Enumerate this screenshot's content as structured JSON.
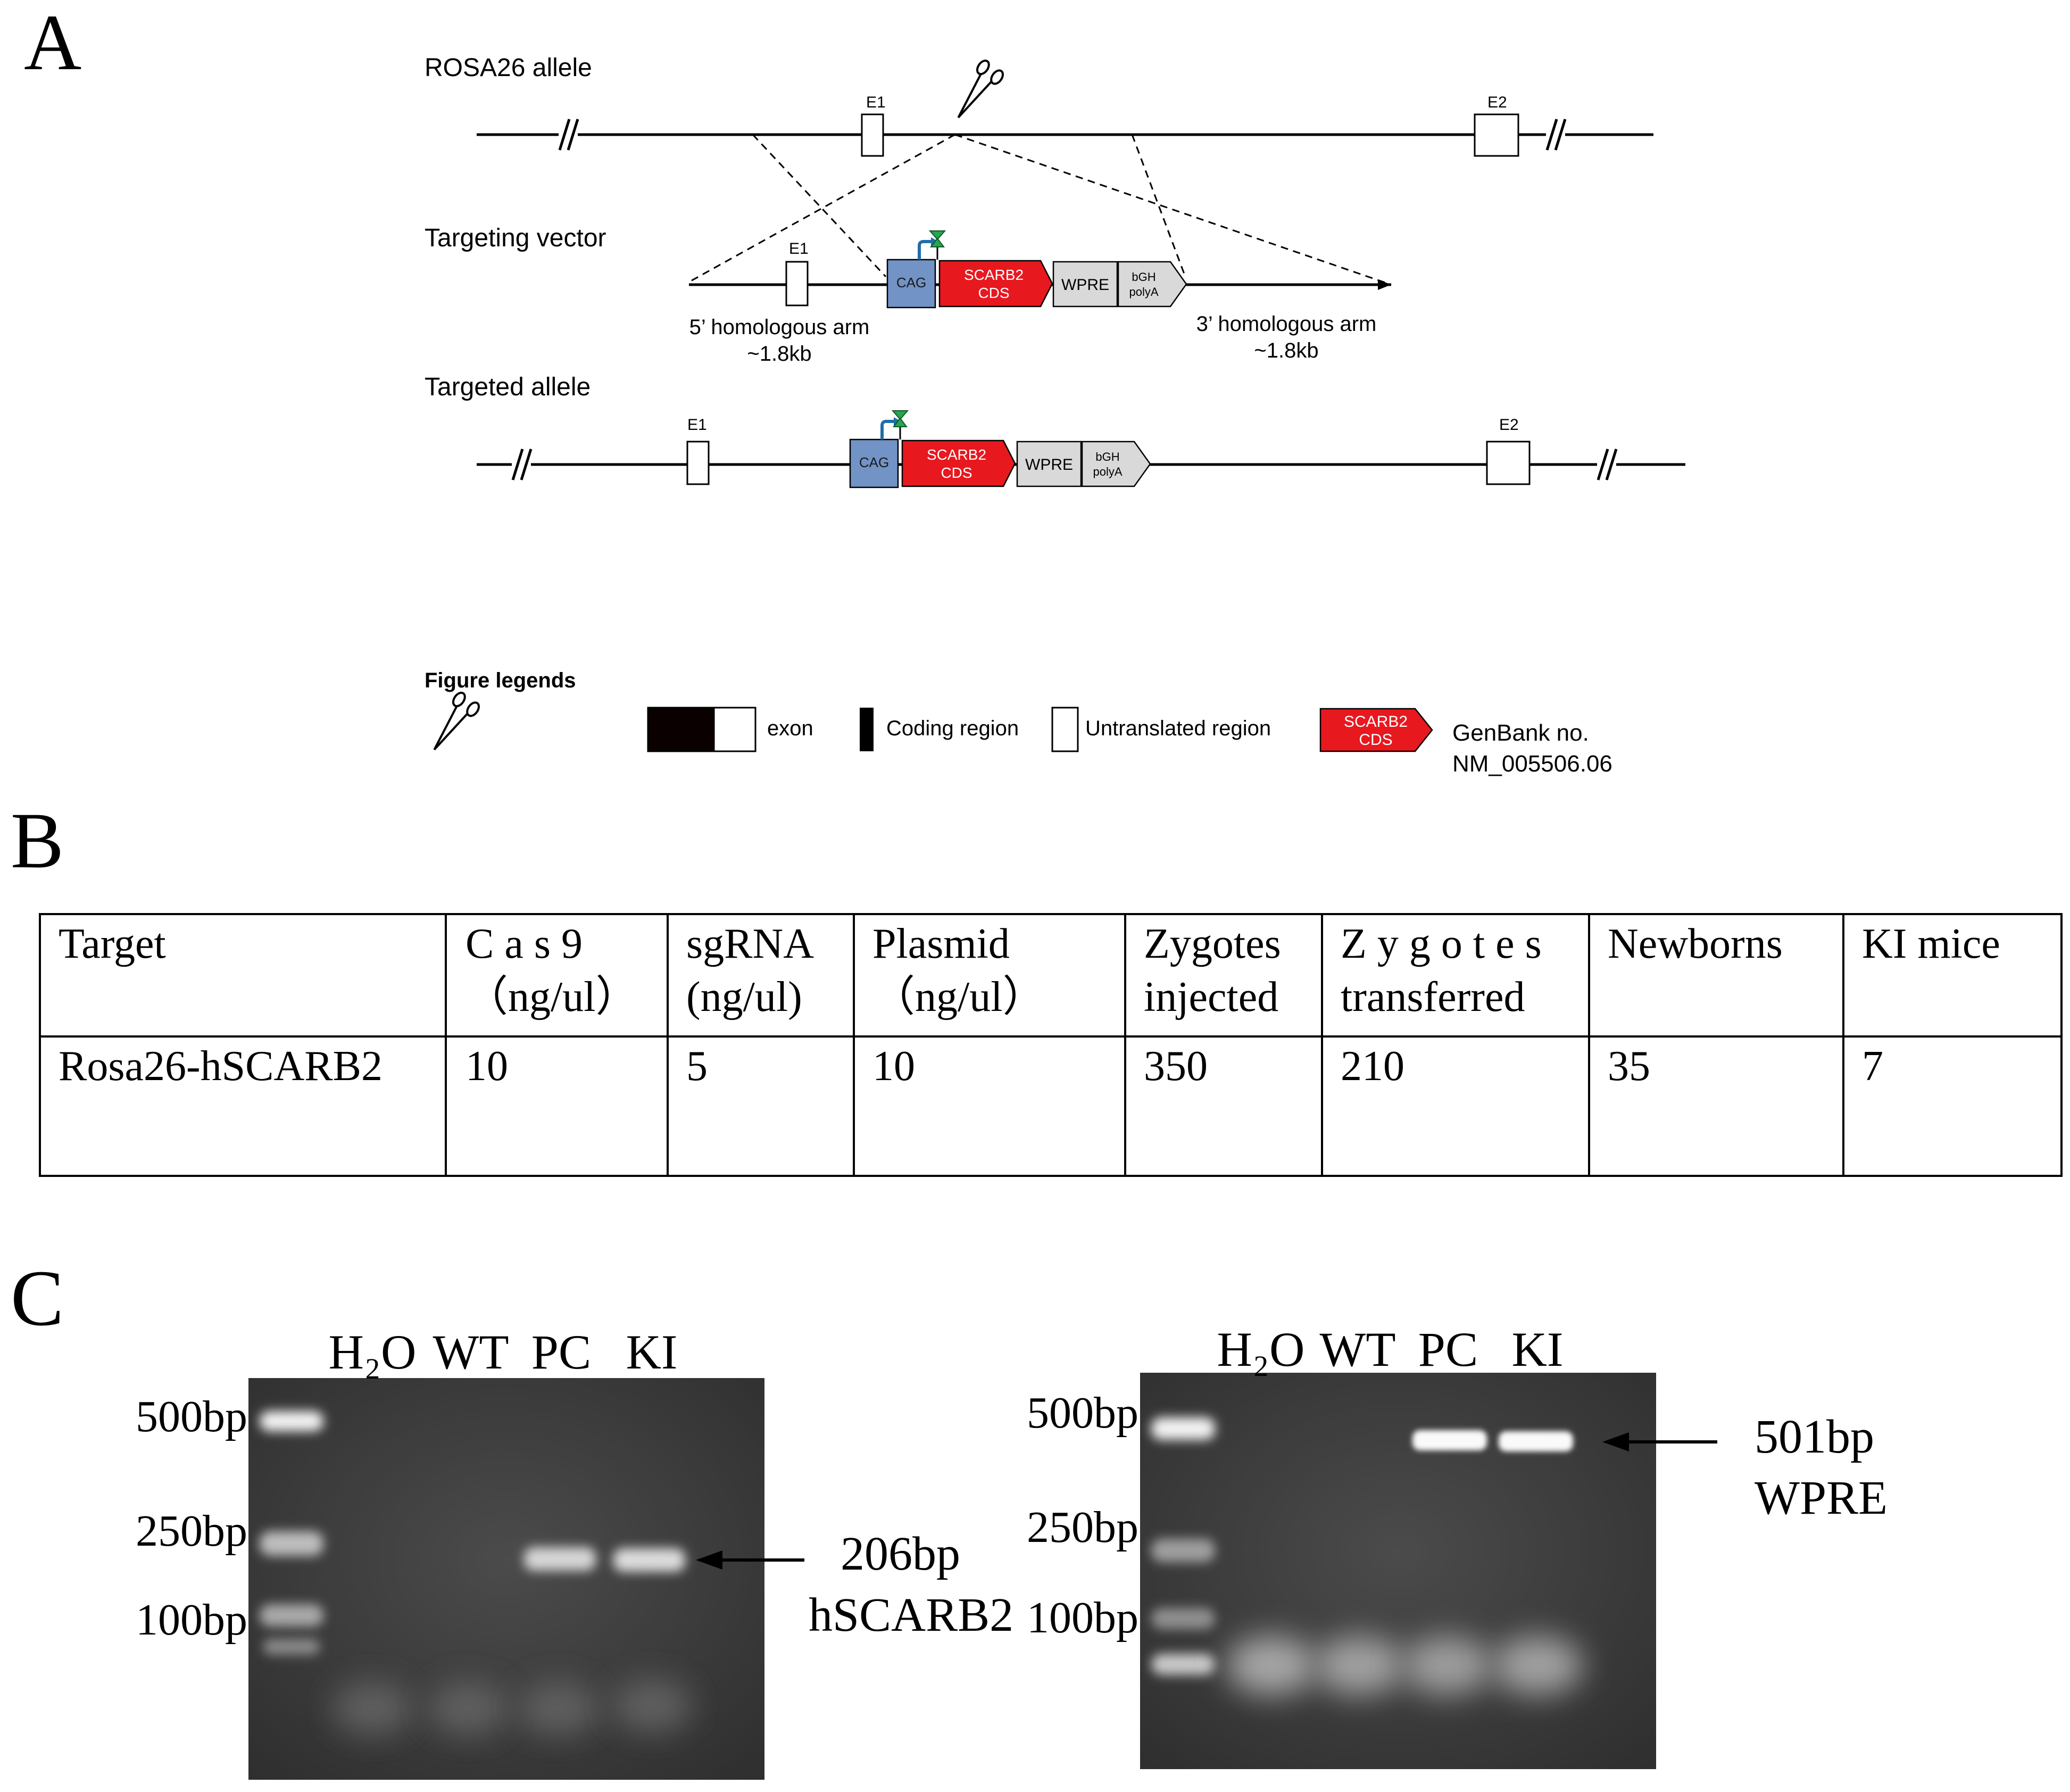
{
  "panel_a": {
    "letter": "A",
    "rosa26": {
      "label": "ROSA26 allele",
      "e1": "E1",
      "e2": "E2"
    },
    "vector": {
      "label": "Targeting vector",
      "e1": "E1",
      "cag": "CAG",
      "cds_line1": "SCARB2",
      "cds_line2": "CDS",
      "wpre": "WPRE",
      "polya_line1": "bGH",
      "polya_line2": "polyA",
      "arm5_line1": "5’ homologous arm",
      "arm5_line2": "~1.8kb",
      "arm3_line1": "3’ homologous arm",
      "arm3_line2": "~1.8kb"
    },
    "targeted": {
      "label": "Targeted allele",
      "e1": "E1",
      "e2": "E2",
      "cag": "CAG",
      "cds_line1": "SCARB2",
      "cds_line2": "CDS",
      "wpre": "WPRE",
      "polya_line1": "bGH",
      "polya_line2": "polyA"
    },
    "legend": {
      "title": "Figure legends",
      "exon": "exon",
      "coding": "Coding region",
      "utr": "Untranslated region",
      "cds_line1": "SCARB2",
      "cds_line2": "CDS",
      "genbank_line1": "GenBank no.",
      "genbank_line2": "NM_005506.06"
    },
    "colors": {
      "cag": "#7193c6",
      "cds": "#e8181f",
      "gray_box": "#d9d9d9",
      "promoter_arrow": "#1f6ea8",
      "tss_flag": "#27a551"
    }
  },
  "panel_b": {
    "letter": "B",
    "headers": [
      [
        "Target",
        ""
      ],
      [
        "C a s 9",
        "（ng/ul）"
      ],
      [
        "sgRNA",
        "(ng/ul)"
      ],
      [
        "Plasmid",
        "（ng/ul）"
      ],
      [
        "Zygotes",
        "injected"
      ],
      [
        "Z y g o t e s",
        "transferred"
      ],
      [
        "Newborns",
        ""
      ],
      [
        "KI mice",
        ""
      ]
    ],
    "row": [
      "Rosa26-hSCARB2",
      "10",
      "5",
      "10",
      "350",
      "210",
      "35",
      "7"
    ]
  },
  "panel_c": {
    "letter": "C",
    "gel_left": {
      "lanes": [
        "H₂O",
        "WT",
        "PC",
        "KI"
      ],
      "markers": [
        "500bp",
        "250bp",
        "100bp"
      ],
      "band_line1": "206bp",
      "band_line2": "hSCARB2"
    },
    "gel_right": {
      "lanes": [
        "H₂O",
        "WT",
        "PC",
        "KI"
      ],
      "markers": [
        "500bp",
        "250bp",
        "100bp"
      ],
      "band_line1": "501bp",
      "band_line2": "WPRE"
    }
  }
}
